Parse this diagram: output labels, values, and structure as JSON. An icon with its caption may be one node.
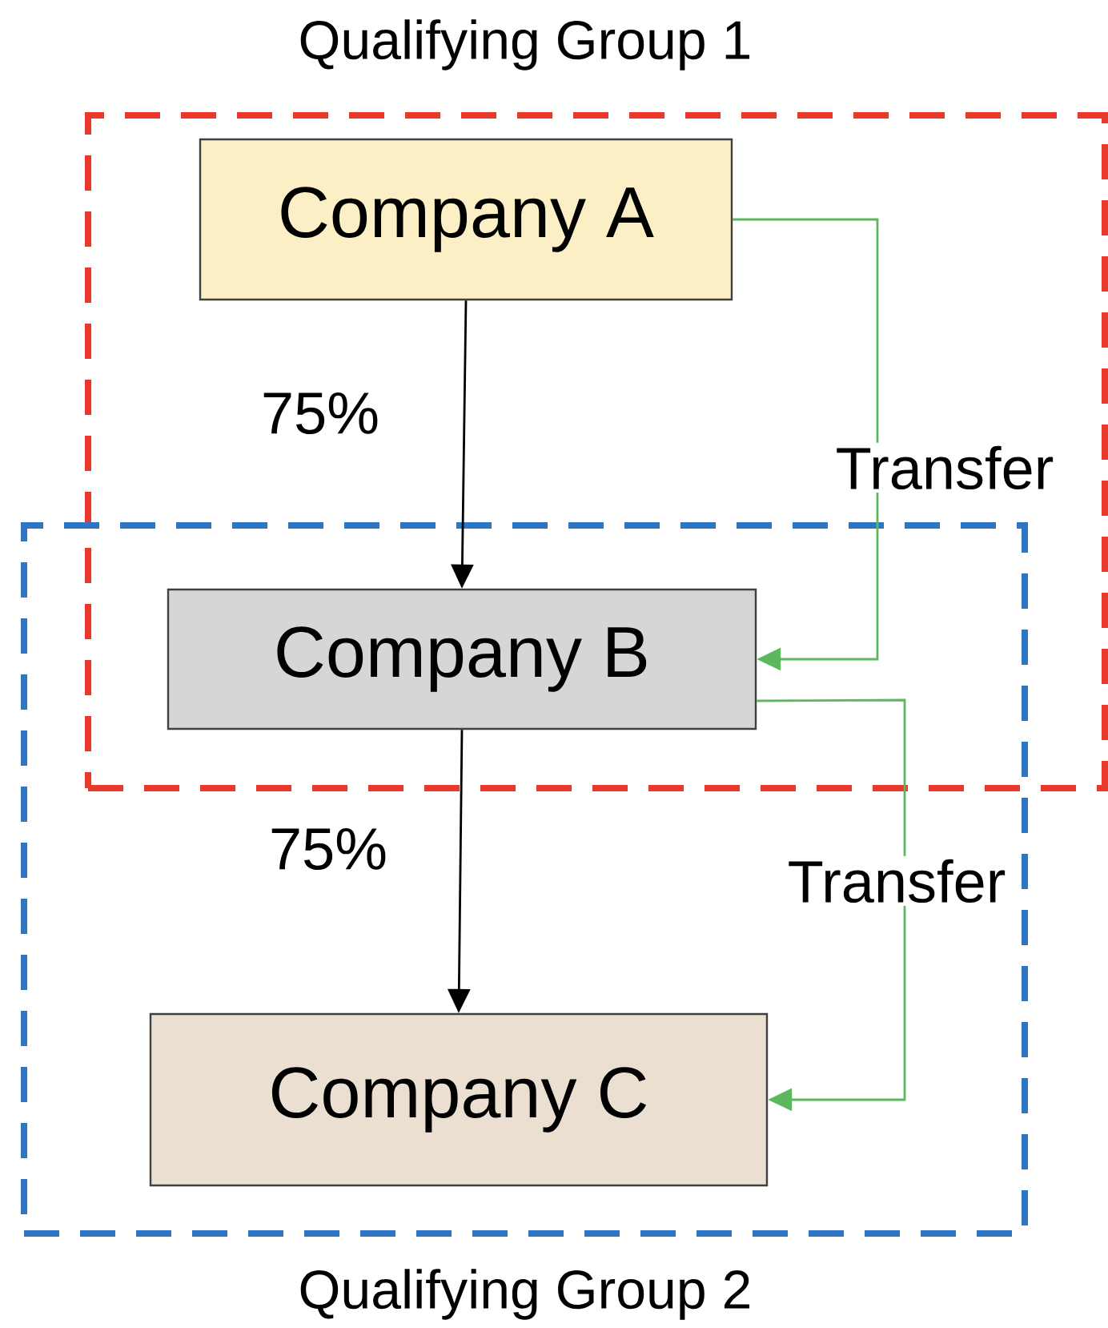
{
  "diagram": {
    "nodes": [
      {
        "text": [
          "Qualifying Group 1"
        ]
      },
      {
        "text": [
          "Company A"
        ],
        "in": 0
      },
      {
        "text": [
          "Company B"
        ]
      },
      {
        "text": [
          "Qualifying Group 2"
        ]
      },
      {
        "text": [
          "Company C"
        ],
        "in": 3
      }
    ],
    "edges": [
      {
        "from": 1,
        "to": 2,
        "arrow": "to",
        "label": "75%"
      },
      {
        "from": 2,
        "to": 4,
        "arrow": "to",
        "label": "75%"
      },
      {
        "from": 1,
        "to": 2,
        "arrow": "to",
        "label": "Transfer",
        "color": "#5cb85c"
      },
      {
        "from": 2,
        "to": 4,
        "arrow": "to",
        "label": "Transfer",
        "color": "#5cb85c"
      }
    ]
  }
}
